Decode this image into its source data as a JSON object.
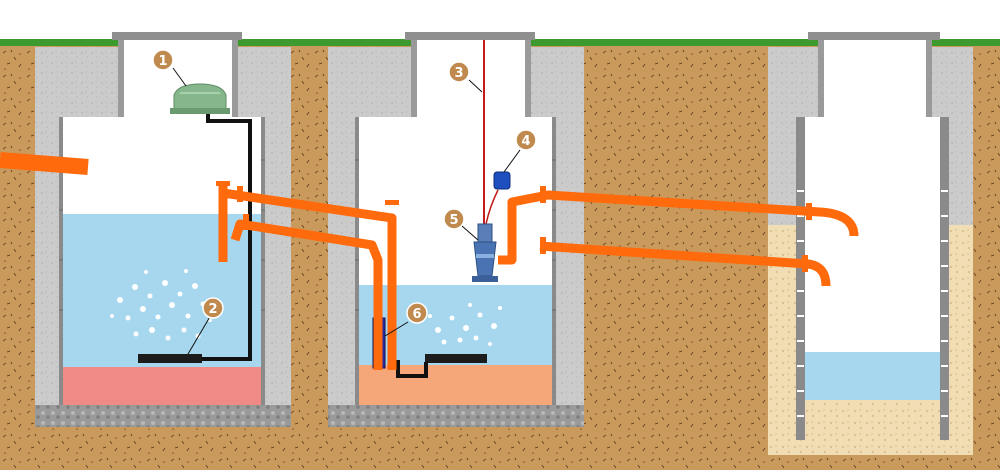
{
  "diagram": {
    "markers": [
      {
        "label": "1",
        "target": "compressor"
      },
      {
        "label": "2",
        "target": "aerator"
      },
      {
        "label": "3",
        "target": "pump-cable"
      },
      {
        "label": "4",
        "target": "float-switch"
      },
      {
        "label": "5",
        "target": "drainage-pump"
      },
      {
        "label": "6",
        "target": "sludge-filter"
      }
    ],
    "colors": {
      "soil": "#c99a5c",
      "concrete": "#c8c8c8",
      "grass": "#3d9a2e",
      "pipe": "#ff6a0d",
      "clean_water": "#a6d7ee",
      "sludge_chamber1": "#ef8a86",
      "sludge_chamber2": "#f5a77a",
      "gravel_fill": "#f0ddb3",
      "marker": "#c08a4e"
    }
  }
}
